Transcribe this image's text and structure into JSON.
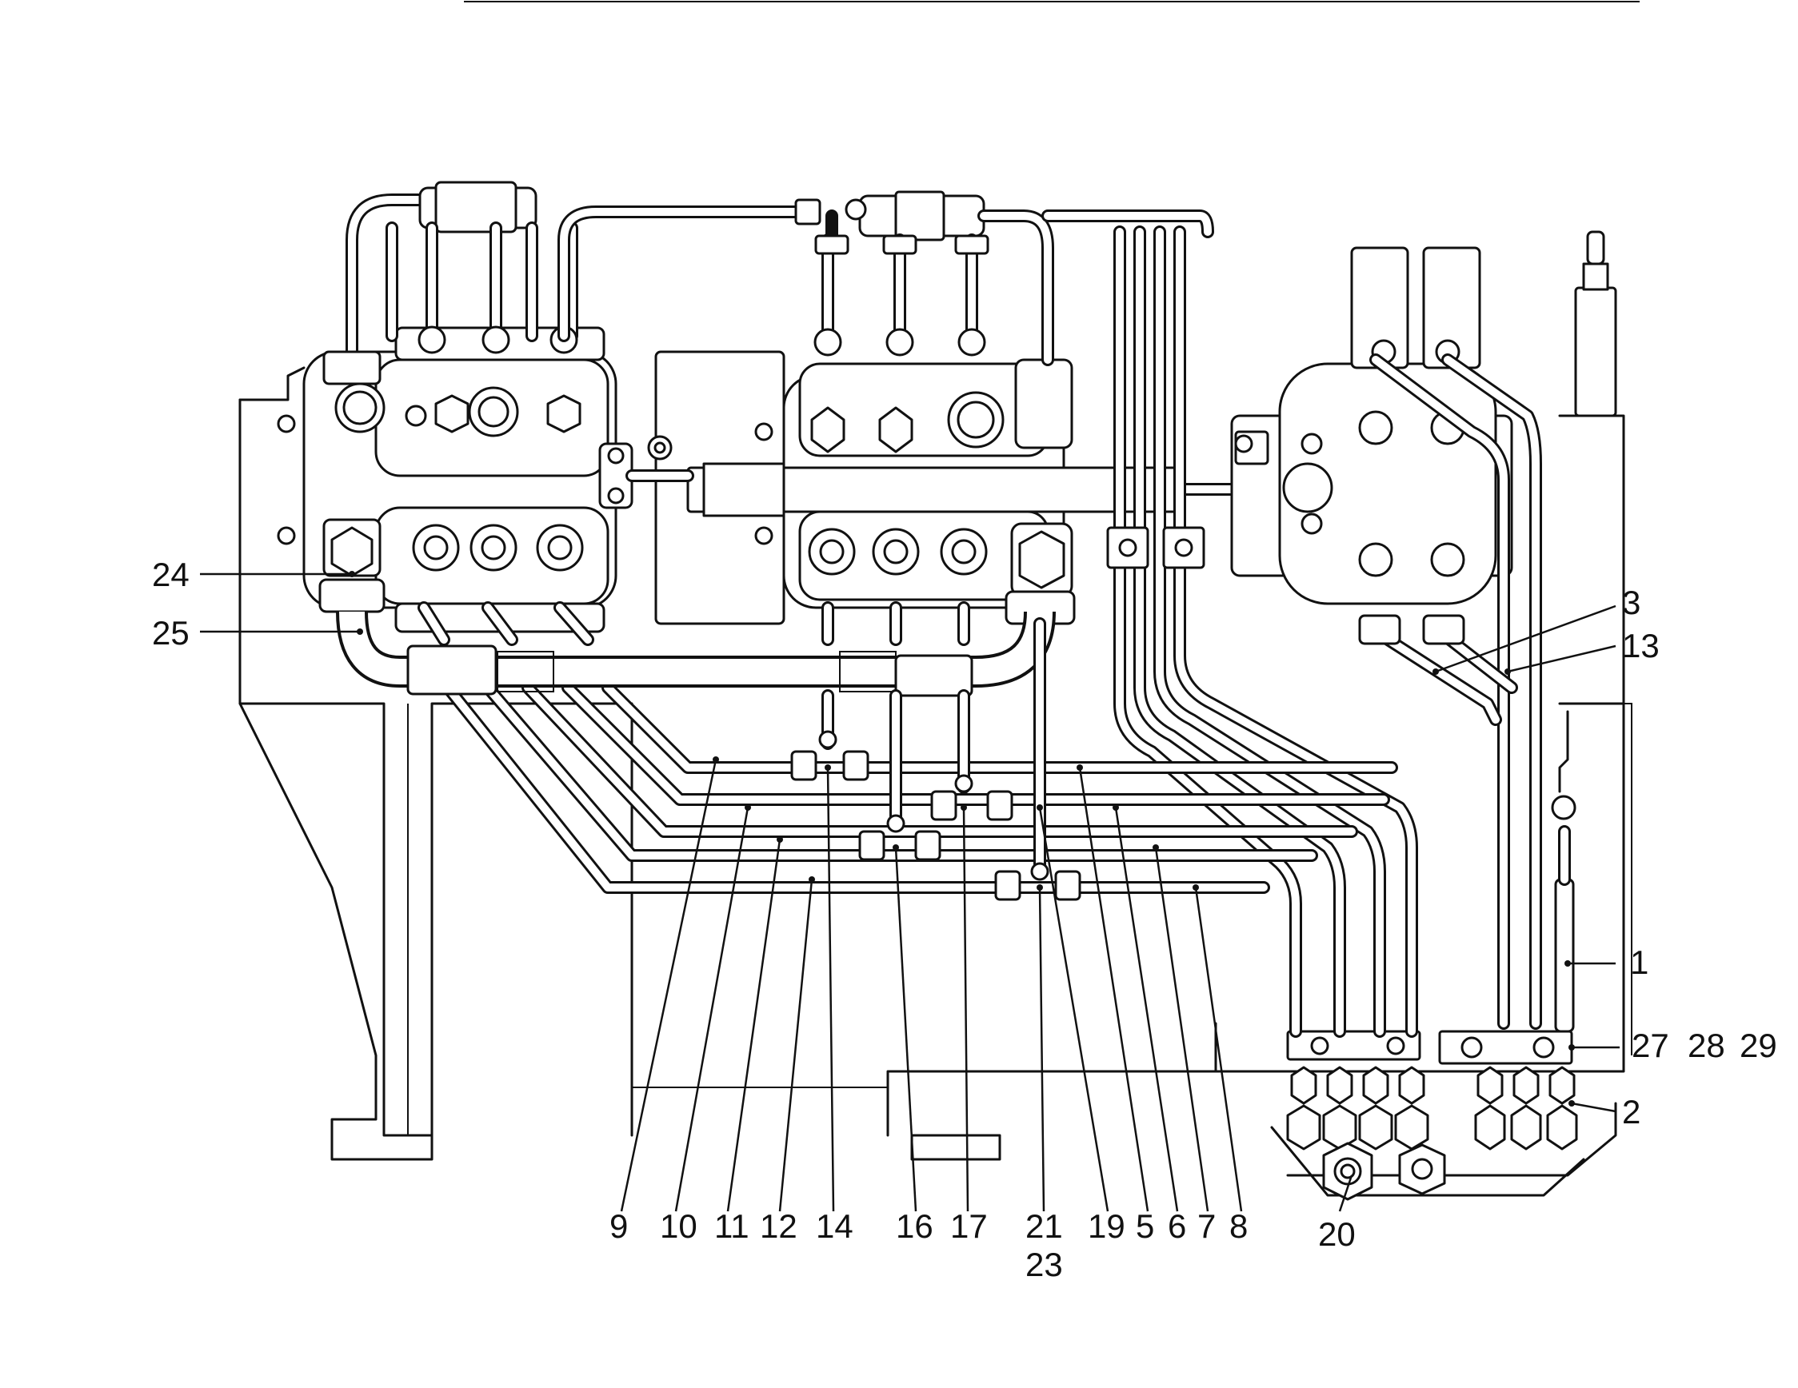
{
  "callouts": {
    "c1": "1",
    "c2": "2",
    "c3": "3",
    "c5": "5",
    "c6": "6",
    "c7": "7",
    "c8": "8",
    "c9": "9",
    "c10": "10",
    "c11": "11",
    "c12": "12",
    "c13": "13",
    "c14": "14",
    "c16": "16",
    "c17": "17",
    "c19": "19",
    "c20": "20",
    "c21": "21",
    "c23": "23",
    "c24": "24",
    "c25": "25",
    "c27": "27",
    "c28": "28",
    "c29": "29"
  }
}
